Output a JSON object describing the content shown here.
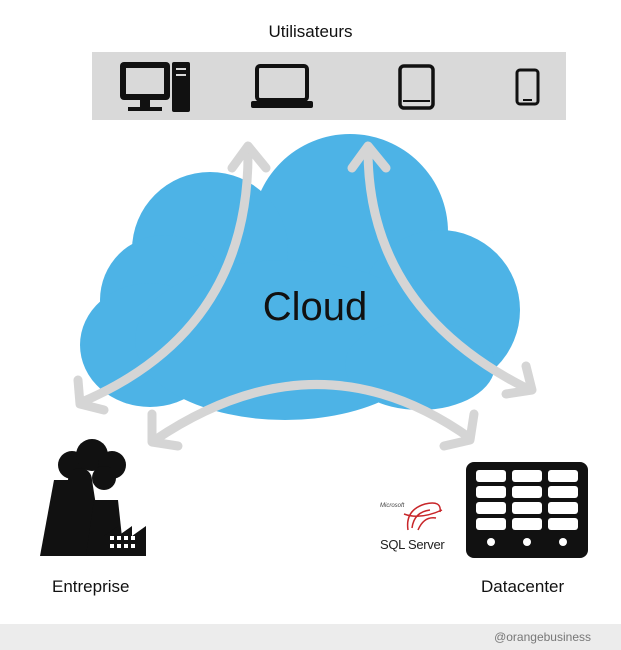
{
  "users": {
    "title": "Utilisateurs"
  },
  "devices": [
    {
      "icon": "desktop-icon"
    },
    {
      "icon": "laptop-icon"
    },
    {
      "icon": "tablet-icon"
    },
    {
      "icon": "phone-icon"
    }
  ],
  "cloud": {
    "label": "Cloud",
    "color": "#4db3e6"
  },
  "arrows": {
    "color": "#d5d5d5"
  },
  "enterprise": {
    "label": "Entreprise",
    "icon": "factory-icon"
  },
  "datacenter": {
    "label": "Datacenter",
    "icon": "server-rack-icon"
  },
  "sql_logo": {
    "small_text": "Microsoft",
    "text": "SQL Server"
  },
  "footer": {
    "credit": "@orangebusiness"
  }
}
